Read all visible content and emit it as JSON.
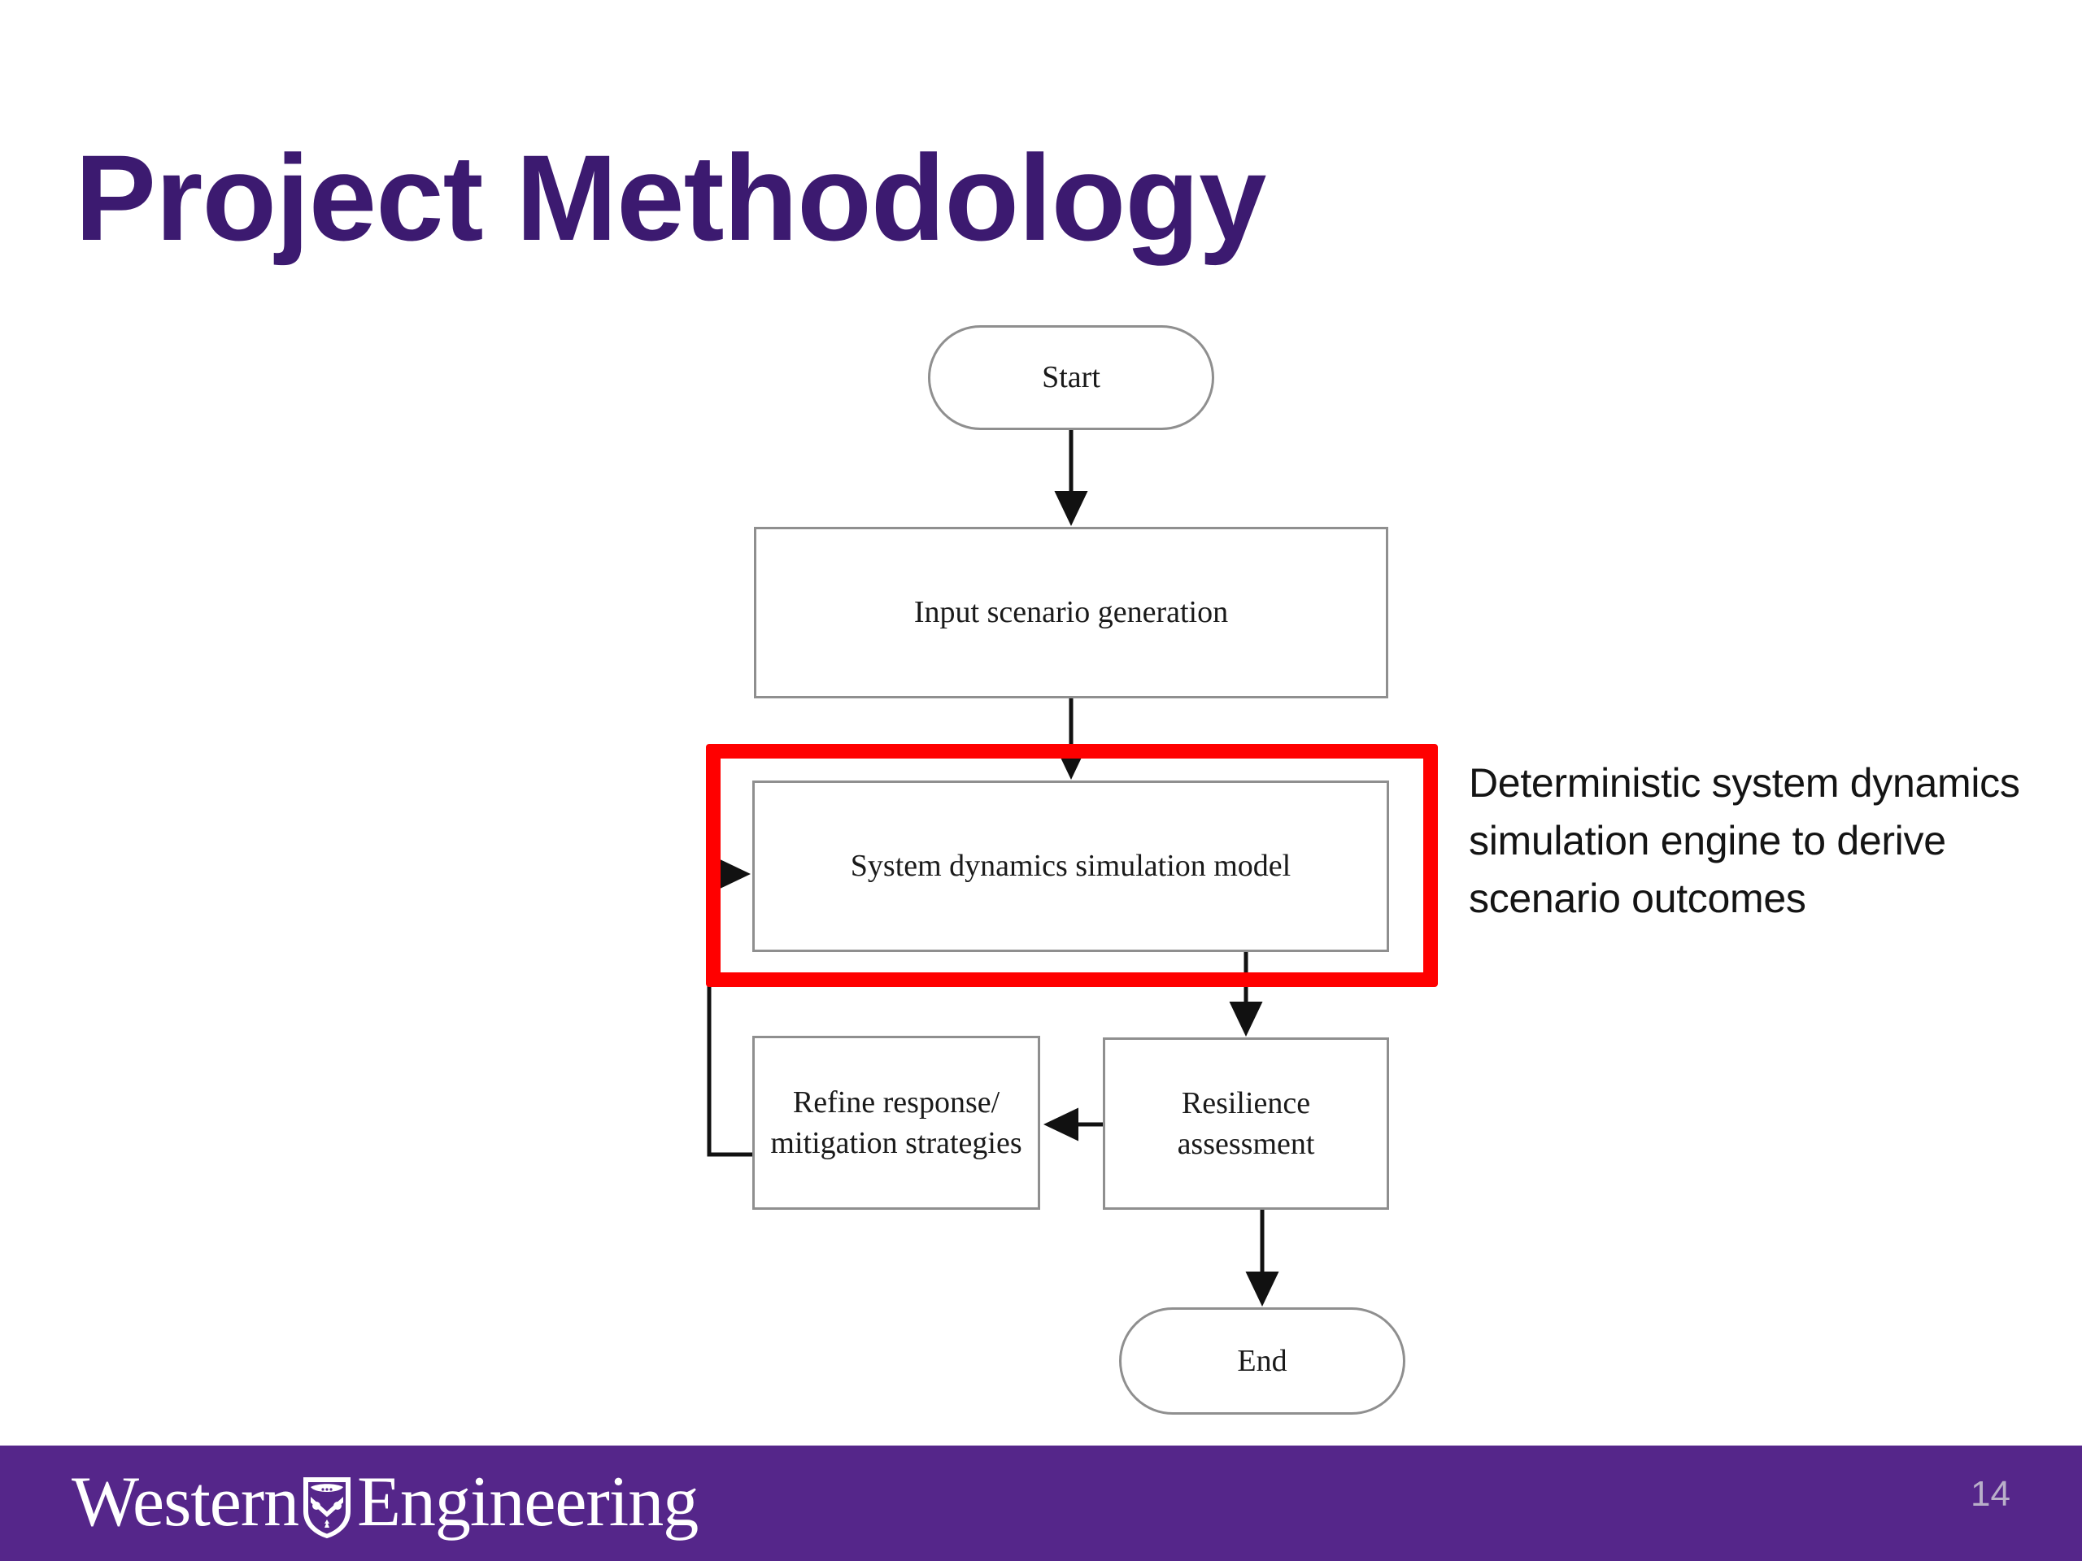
{
  "slide": {
    "title": "Project Methodology",
    "page_number": "14",
    "title_color": "#3C1A70",
    "footer_color": "#55268A",
    "highlight_color": "#FF0000"
  },
  "flowchart": {
    "nodes": [
      {
        "id": "start",
        "label": "Start",
        "shape": "terminal"
      },
      {
        "id": "input",
        "label": "Input scenario generation",
        "shape": "process"
      },
      {
        "id": "sysdyn",
        "label": "System dynamics simulation model",
        "shape": "process"
      },
      {
        "id": "refine",
        "label": "Refine response/\nmitigation strategies",
        "shape": "process"
      },
      {
        "id": "resilience",
        "label": "Resilience\nassessment",
        "shape": "process"
      },
      {
        "id": "end",
        "label": "End",
        "shape": "terminal"
      }
    ],
    "edges": [
      {
        "from": "start",
        "to": "input",
        "style": "straight-down"
      },
      {
        "from": "input",
        "to": "sysdyn",
        "style": "straight-down"
      },
      {
        "from": "sysdyn",
        "to": "resilience",
        "style": "straight-down"
      },
      {
        "from": "resilience",
        "to": "refine",
        "style": "straight-left"
      },
      {
        "from": "refine",
        "to": "sysdyn",
        "style": "feedback-loop-left"
      },
      {
        "from": "resilience",
        "to": "end",
        "style": "straight-down"
      }
    ],
    "highlighted_node": "sysdyn"
  },
  "annotation": {
    "text": "Deterministic system dynamics simulation engine to derive scenario outcomes"
  },
  "footer": {
    "logo_word_1": "Western",
    "logo_word_2": "Engineering",
    "crest_icon": "western-shield-crest-icon"
  }
}
